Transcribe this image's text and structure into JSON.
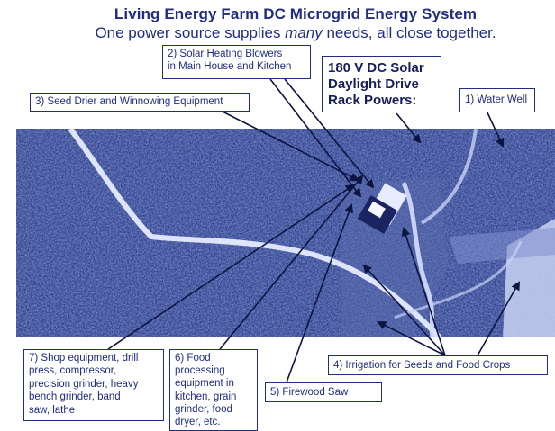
{
  "title": "Living Energy Farm DC Microgrid Energy System",
  "subtitle": {
    "before": "One power source supplies ",
    "emphasis": "many",
    "after": " needs, all close together."
  },
  "center_label": {
    "line1": "180 V DC Solar",
    "line2": "Daylight Drive",
    "line3": "Rack Powers:"
  },
  "labels": {
    "water_well": "1) Water Well",
    "solar_blowers_1": "2) Solar Heating Blowers",
    "solar_blowers_2": "in Main House and Kitchen",
    "seed_drier": "3) Seed Drier and Winnowing Equipment",
    "irrigation": "4) Irrigation for Seeds and Food Crops",
    "firewood": "5) Firewood Saw",
    "food_1": "6) Food",
    "food_2": "processing",
    "food_3": "equipment in",
    "food_4": "kitchen, grain",
    "food_5": "grinder, food",
    "food_6": "dryer, etc.",
    "shop_1": "7) Shop equipment, drill",
    "shop_2": "press, compressor,",
    "shop_3": "precision grinder, heavy",
    "shop_4": "bench grinder, band",
    "shop_5": "saw, lathe"
  },
  "colors": {
    "text": "#1f2d83",
    "photo_dark": "#24357d",
    "photo_light": "#dde4ff",
    "arrow": "#0d1440"
  }
}
